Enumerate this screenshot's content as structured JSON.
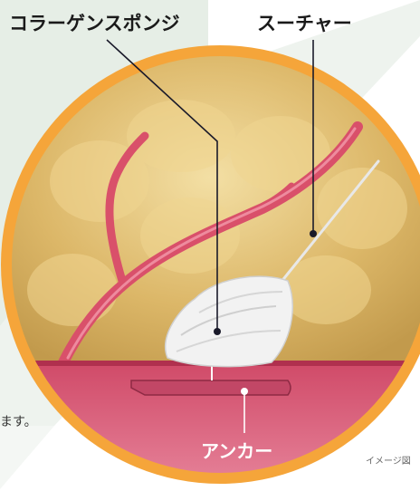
{
  "labels": {
    "sponge": "コラーゲンスポンジ",
    "suture": "スーチャー",
    "anchor": "アンカー"
  },
  "body_text_fragment": "ます。",
  "image_note": "イメージ図",
  "colors": {
    "ring": "#f5a53a",
    "fat": "#d9b565",
    "vessel": "#d9506a",
    "sponge": "#f1f1f1",
    "tissue": "#c63c5c",
    "background_band": "#e4ede4"
  }
}
